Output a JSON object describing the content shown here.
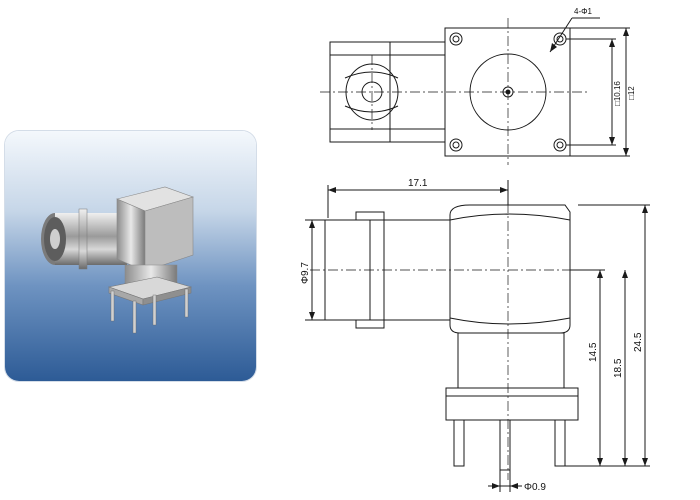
{
  "photo": {
    "description_icon": "bnc-right-angle-connector-photo"
  },
  "top_view": {
    "hole_callout": "4-Φ1",
    "dim_square_inner": "□10.16",
    "dim_square_outer": "□12"
  },
  "side_view": {
    "dim_length": "17.1",
    "dim_diameter": "Φ9.7",
    "dim_14_5": "14.5",
    "dim_18_5": "18.5",
    "dim_24_5": "24.5",
    "dim_pin": "Φ0.9"
  },
  "colors": {
    "line": "#1a1a1a",
    "card_top": "#f4f8fc",
    "card_bottom": "#2d5b96"
  }
}
